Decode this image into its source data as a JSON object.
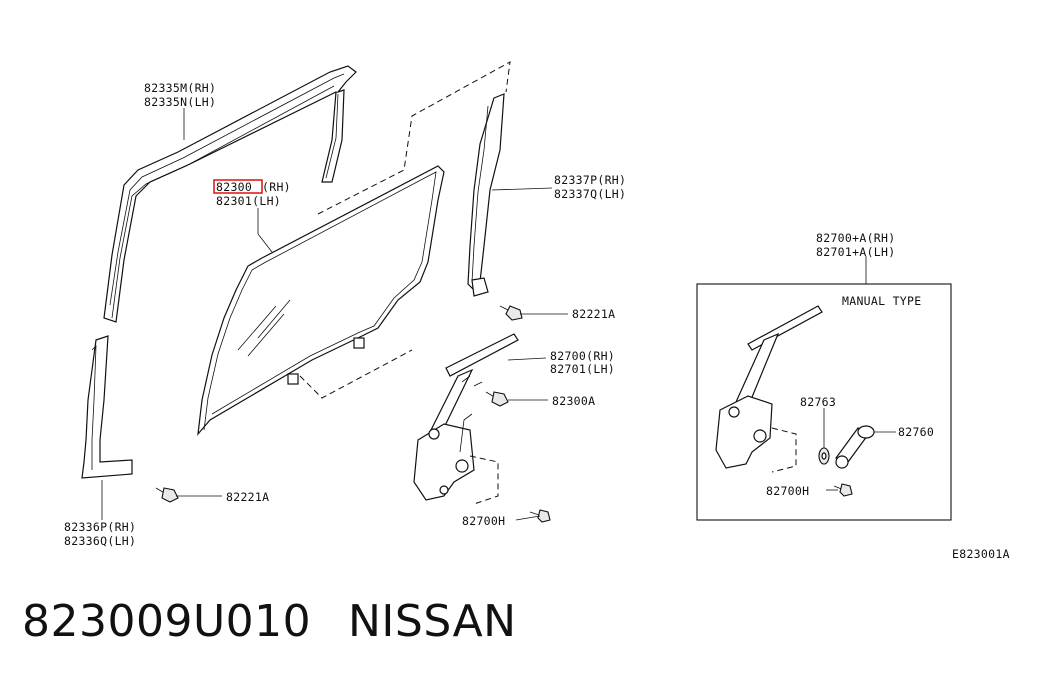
{
  "callouts": {
    "garnish_upper_rh": "82335M(RH)",
    "garnish_upper_lh": "82335N(LH)",
    "glass_rh_part": "82300",
    "glass_rh_side": "(RH)",
    "glass_lh": "82301(LH)",
    "channel_front_rh": "82337P(RH)",
    "channel_front_lh": "82337Q(LH)",
    "bolt_upper": "82221A",
    "regulator_rh": "82700(RH)",
    "regulator_lh": "82701(LH)",
    "bolt_glass": "82300A",
    "bolt_regulator": "82700H",
    "channel_rear_rh": "82336P(RH)",
    "channel_rear_lh": "82336Q(LH)",
    "bolt_lower": "82221A",
    "manual_rh": "82700+A(RH)",
    "manual_lh": "82701+A(LH)",
    "manual_type": "MANUAL TYPE",
    "manual_washer": "82763",
    "manual_handle": "82760",
    "manual_bolt": "82700H",
    "figure_code": "E823001A"
  },
  "highlight_color": "#e0201b",
  "footer": {
    "part_number": "823009U010",
    "brand": "NISSAN"
  }
}
